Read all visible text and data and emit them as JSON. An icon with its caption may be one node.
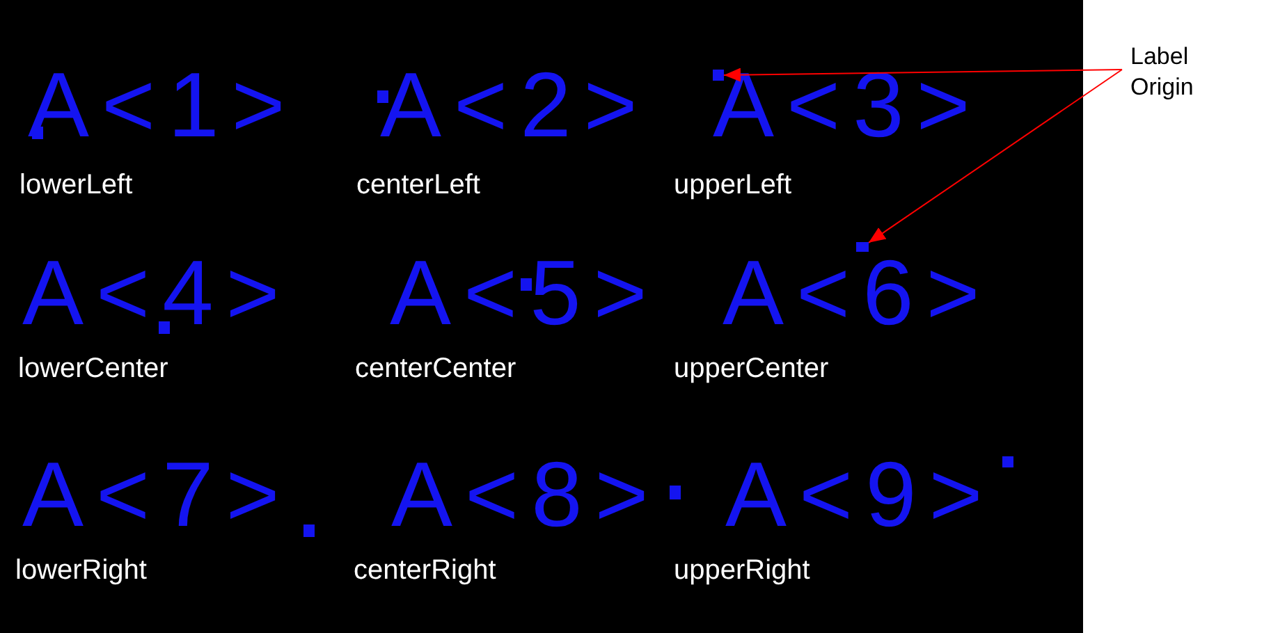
{
  "diagram": {
    "nodes": [
      {
        "text": [
          "Label Origin"
        ]
      },
      {
        "text": [],
        "shape": "box"
      },
      {
        "text": [],
        "shape": "box"
      },
      {
        "text": [],
        "shape": "box"
      },
      {
        "text": [],
        "shape": "box"
      },
      {
        "text": [],
        "shape": "box"
      },
      {
        "text": [],
        "shape": "box"
      },
      {
        "text": [],
        "shape": "box"
      },
      {
        "text": [],
        "shape": "box"
      },
      {
        "text": [],
        "shape": "box"
      }
    ],
    "edges": [
      {
        "from": 0,
        "to": 3,
        "arrow": "to"
      },
      {
        "from": 0,
        "to": 6,
        "arrow": "to"
      }
    ],
    "labels": [
      "A<1>",
      "A<2>",
      "A<3>",
      "lowerLeft",
      "centerLeft",
      "upperLeft",
      "A<4>",
      "A<5>",
      "A<6>",
      "lowerCenter",
      "centerCenter",
      "upperCenter",
      "A<7>",
      "A<8>",
      "A<9>",
      "lowerRight",
      "centerRight",
      "upperRight"
    ]
  }
}
